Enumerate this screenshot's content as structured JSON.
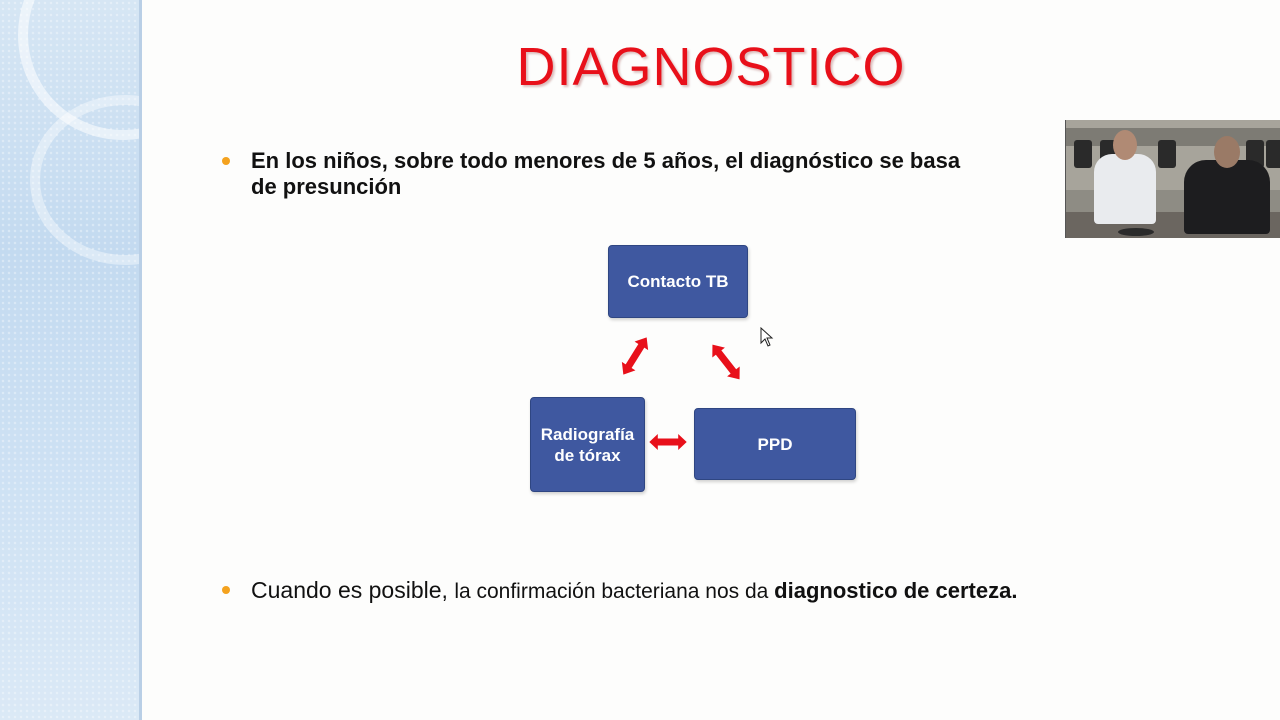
{
  "slide": {
    "title": "DIAGNOSTICO",
    "bullets": [
      {
        "line1": "En los niños, sobre todo menores de 5 años, el diagnóstico se basa",
        "line2": "de presunción"
      },
      {
        "part_regular": "Cuando es posible, ",
        "part_light": "la confirmación bacteriana nos da ",
        "part_bold": "diagnostico de certeza",
        "part_end": "."
      }
    ],
    "diagram": {
      "nodes": {
        "contacto": "Contacto TB",
        "radiografia_line1": "Radiografía",
        "radiografia_line2": "de tórax",
        "ppd": "PPD"
      },
      "arrow_color": "#e8101a",
      "box_color": "#3f58a0"
    }
  },
  "colors": {
    "title": "#e8101a",
    "bullet_dot": "#f4a21e",
    "text": "#111111"
  }
}
